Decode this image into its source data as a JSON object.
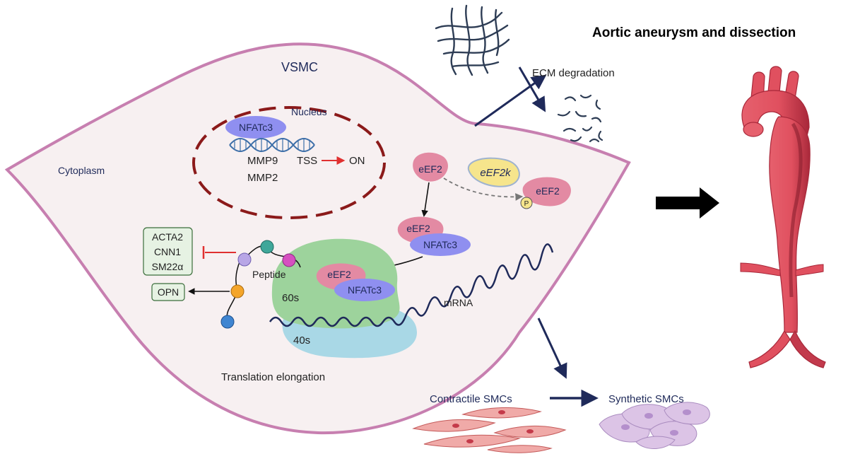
{
  "title": "Aortic aneurysm and dissection",
  "cell": {
    "name": "VSMC",
    "cytoplasm": "Cytoplasm"
  },
  "nucleus": {
    "label": "Nucleus",
    "factor": "NFATc3",
    "genes": [
      "MMP9",
      "MMP2"
    ],
    "tss": "TSS",
    "on": "ON"
  },
  "signaling": {
    "eef2": "eEF2",
    "kinase": "eEF2k",
    "phospho": "P",
    "complex_eef2": "eEF2",
    "complex_nfatc3": "NFATc3"
  },
  "ribosome": {
    "large": "60s",
    "small": "40s",
    "eef2": "eEF2",
    "nfatc3": "NFATc3",
    "mrna": "mRNA",
    "process": "Translation elongation"
  },
  "peptide": {
    "label": "Peptide",
    "inhibited_markers": [
      "ACTA2",
      "CNN1",
      "SM22α"
    ],
    "induced_marker": "OPN"
  },
  "ecm": {
    "label": "ECM degradation"
  },
  "phenotype": {
    "from": "Contractile SMCs",
    "to": "Synthetic SMCs"
  },
  "colors": {
    "membrane": "#c77fb0",
    "cytoplasm": "#f7f0f1",
    "nucleus_border": "#8b1a1a",
    "nfatc3": "#8f8ff0",
    "eef2": "#e38aa3",
    "eef2k": "#f6e58c",
    "ribosome_large": "#9dd39c",
    "ribosome_small": "#a9d8e6",
    "navy": "#1f2a5a",
    "inhibit": "#e03030",
    "aorta": "#e0505f",
    "aorta_dark": "#a8283a"
  }
}
